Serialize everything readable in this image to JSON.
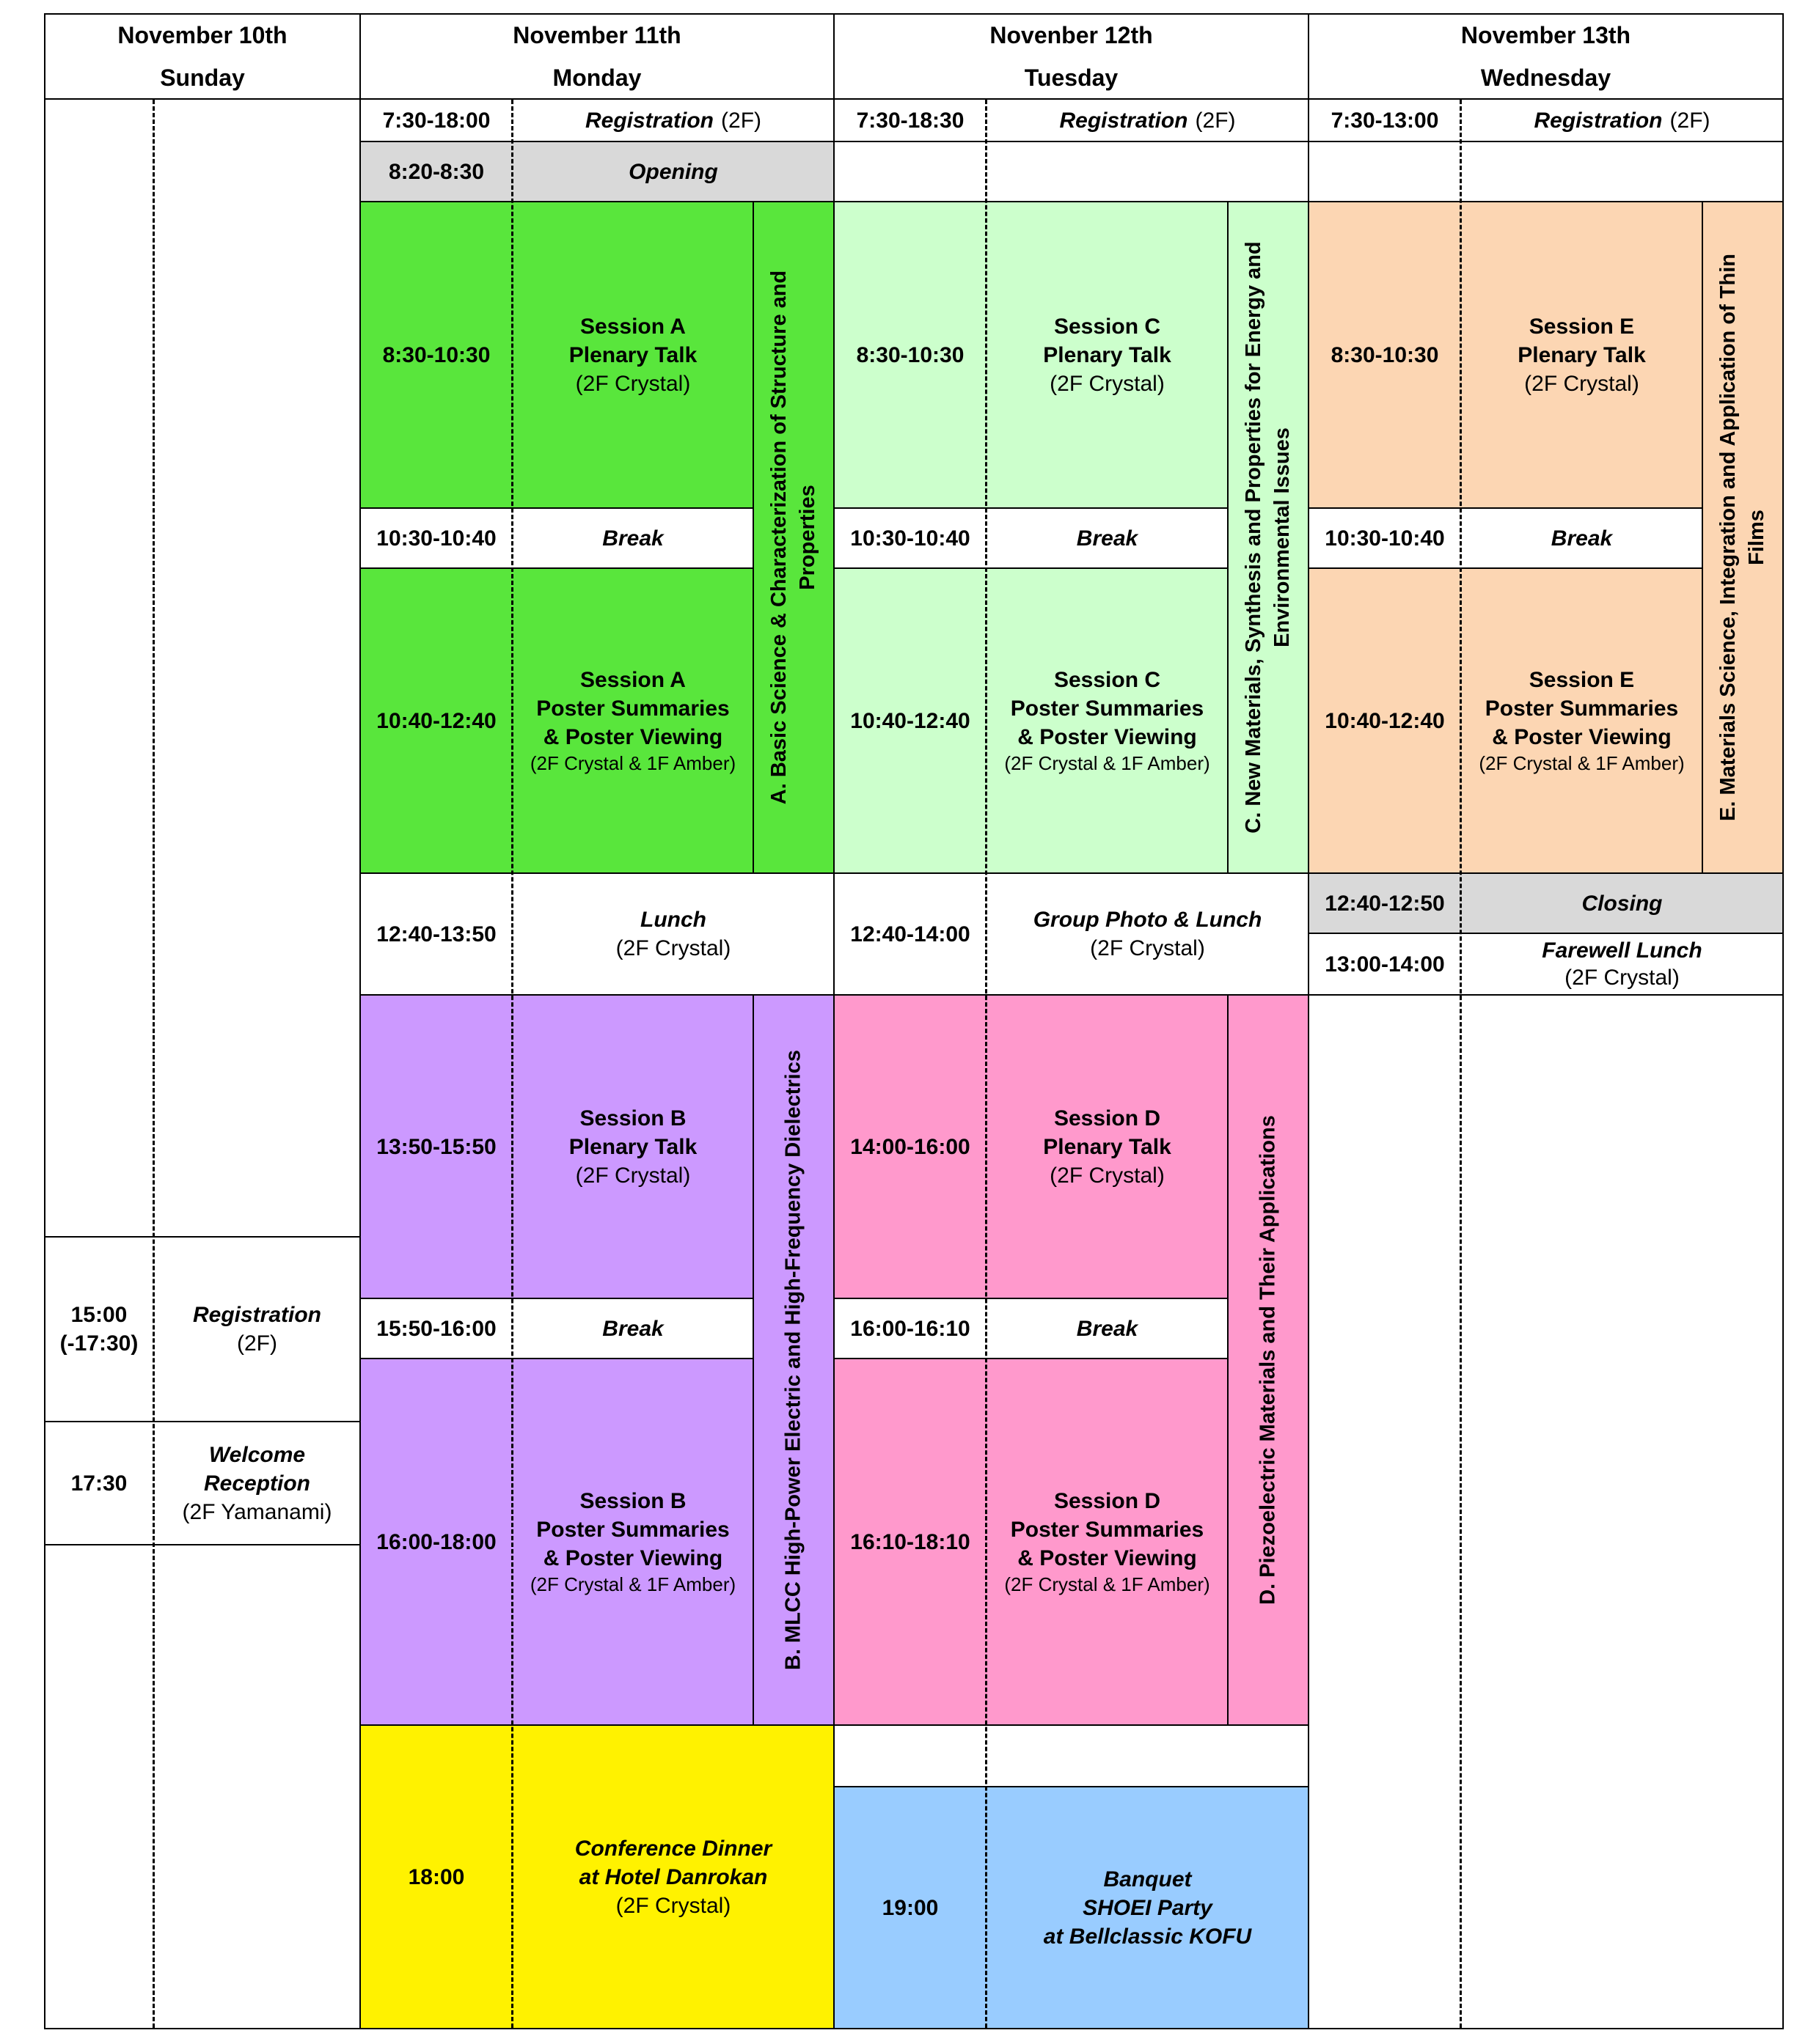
{
  "colors": {
    "session_a": "#59e63c",
    "session_c": "#ccffcc",
    "session_e": "#fcd6b3",
    "session_b": "#cc99ff",
    "session_d": "#ff99cc",
    "dinner": "#fff200",
    "banquet": "#99ccff",
    "ceremony": "#d9d9d9"
  },
  "days": [
    {
      "date": "November 10th",
      "weekday": "Sunday"
    },
    {
      "date": "November 11th",
      "weekday": "Monday"
    },
    {
      "date": "Novenber 12th",
      "weekday": "Tuesday"
    },
    {
      "date": "November 13th",
      "weekday": "Wednesday"
    }
  ],
  "sunday": {
    "registration": {
      "time": "15:00",
      "time2": "(-17:30)",
      "title": "Registration",
      "place": "(2F)"
    },
    "reception": {
      "time": "17:30",
      "title1": "Welcome",
      "title2": "Reception",
      "place": "(2F Yamanami)"
    }
  },
  "monday": {
    "registration": {
      "time": "7:30-18:00",
      "title": "Registration",
      "place": "(2F)"
    },
    "opening": {
      "time": "8:20-8:30",
      "title": "Opening"
    },
    "a_plenary": {
      "time": "8:30-10:30",
      "title1": "Session A",
      "title2": "Plenary Talk",
      "place": "(2F Crystal)"
    },
    "break1": {
      "time": "10:30-10:40",
      "title": "Break"
    },
    "a_poster": {
      "time": "10:40-12:40",
      "title1": "Session A",
      "title2": "Poster Summaries",
      "title3": "& Poster Viewing",
      "place": "(2F Crystal & 1F Amber)"
    },
    "track_a": {
      "line1": "A. Basic Science & Characterization of Structure and",
      "line2": "Properties"
    },
    "lunch": {
      "time": "12:40-13:50",
      "title": "Lunch",
      "place": "(2F Crystal)"
    },
    "b_plenary": {
      "time": "13:50-15:50",
      "title1": "Session B",
      "title2": "Plenary Talk",
      "place": "(2F Crystal)"
    },
    "break2": {
      "time": "15:50-16:00",
      "title": "Break"
    },
    "b_poster": {
      "time": "16:00-18:00",
      "title1": "Session B",
      "title2": "Poster Summaries",
      "title3": "& Poster Viewing",
      "place": "(2F Crystal & 1F Amber)"
    },
    "track_b": {
      "line1": "B. MLCC High-Power Electric and High-Frequency Dielectrics"
    },
    "dinner": {
      "time": "18:00",
      "title1": "Conference Dinner",
      "title2": "at Hotel Danrokan",
      "place": "(2F Crystal)"
    }
  },
  "tuesday": {
    "registration": {
      "time": "7:30-18:30",
      "title": "Registration",
      "place": "(2F)"
    },
    "c_plenary": {
      "time": "8:30-10:30",
      "title1": "Session C",
      "title2": "Plenary Talk",
      "place": "(2F Crystal)"
    },
    "break1": {
      "time": "10:30-10:40",
      "title": "Break"
    },
    "c_poster": {
      "time": "10:40-12:40",
      "title1": "Session C",
      "title2": "Poster Summaries",
      "title3": "& Poster Viewing",
      "place": "(2F Crystal & 1F Amber)"
    },
    "track_c": {
      "line1": "C. New Materials, Synthesis and Properties for Energy and",
      "line2": "Environmental Issues"
    },
    "lunch": {
      "time": "12:40-14:00",
      "title": "Group Photo & Lunch",
      "place": "(2F Crystal)"
    },
    "d_plenary": {
      "time": "14:00-16:00",
      "title1": "Session D",
      "title2": "Plenary Talk",
      "place": "(2F Crystal)"
    },
    "break2": {
      "time": "16:00-16:10",
      "title": "Break"
    },
    "d_poster": {
      "time": "16:10-18:10",
      "title1": "Session D",
      "title2": "Poster Summaries",
      "title3": "& Poster Viewing",
      "place": "(2F Crystal & 1F Amber)"
    },
    "track_d": {
      "line1": "D. Piezoelectric Materials and Their Applications"
    },
    "banquet": {
      "time": "19:00",
      "title1": "Banquet",
      "title2": "SHOEI Party",
      "title3": "at Bellclassic KOFU"
    }
  },
  "wednesday": {
    "registration": {
      "time": "7:30-13:00",
      "title": "Registration",
      "place": "(2F)"
    },
    "e_plenary": {
      "time": "8:30-10:30",
      "title1": "Session E",
      "title2": "Plenary Talk",
      "place": "(2F Crystal)"
    },
    "break1": {
      "time": "10:30-10:40",
      "title": "Break"
    },
    "e_poster": {
      "time": "10:40-12:40",
      "title1": "Session E",
      "title2": "Poster Summaries",
      "title3": "& Poster Viewing",
      "place": "(2F Crystal & 1F Amber)"
    },
    "track_e": {
      "line1": "E. Materials Science, Integration and Application of Thin",
      "line2": "Films"
    },
    "closing": {
      "time": "12:40-12:50",
      "title": "Closing"
    },
    "farewell": {
      "time": "13:00-14:00",
      "title": "Farewell Lunch",
      "place": "(2F Crystal)"
    }
  }
}
